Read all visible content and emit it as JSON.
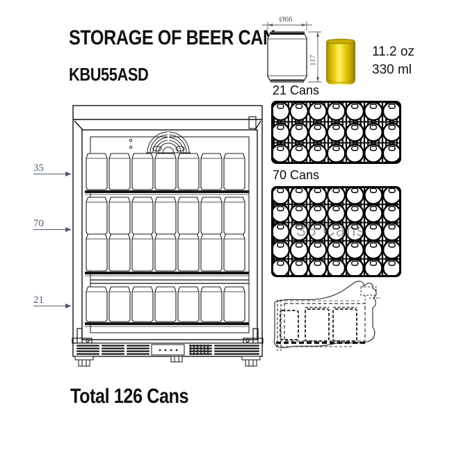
{
  "header": {
    "title": "STORAGE OF BEER CAN",
    "model": "KBU55ASD"
  },
  "can_spec": {
    "diameter_label": "Ø66",
    "height_label": "117",
    "volume_oz": "11.2 oz",
    "volume_ml": "330 ml",
    "can_color": "#e8cf0e"
  },
  "trays": [
    {
      "label": "21 Cans",
      "rows": 3,
      "cols": 7
    },
    {
      "label": "70 Cans",
      "rows": 5,
      "cols": 7,
      "overlay_label": "35 Cans"
    }
  ],
  "fridge": {
    "dimension_labels": [
      {
        "value": "35"
      },
      {
        "value": "70"
      },
      {
        "value": "21"
      }
    ],
    "can_columns": 7,
    "can_rows": 4
  },
  "footer": {
    "total_label": "Total 126 Cans"
  }
}
